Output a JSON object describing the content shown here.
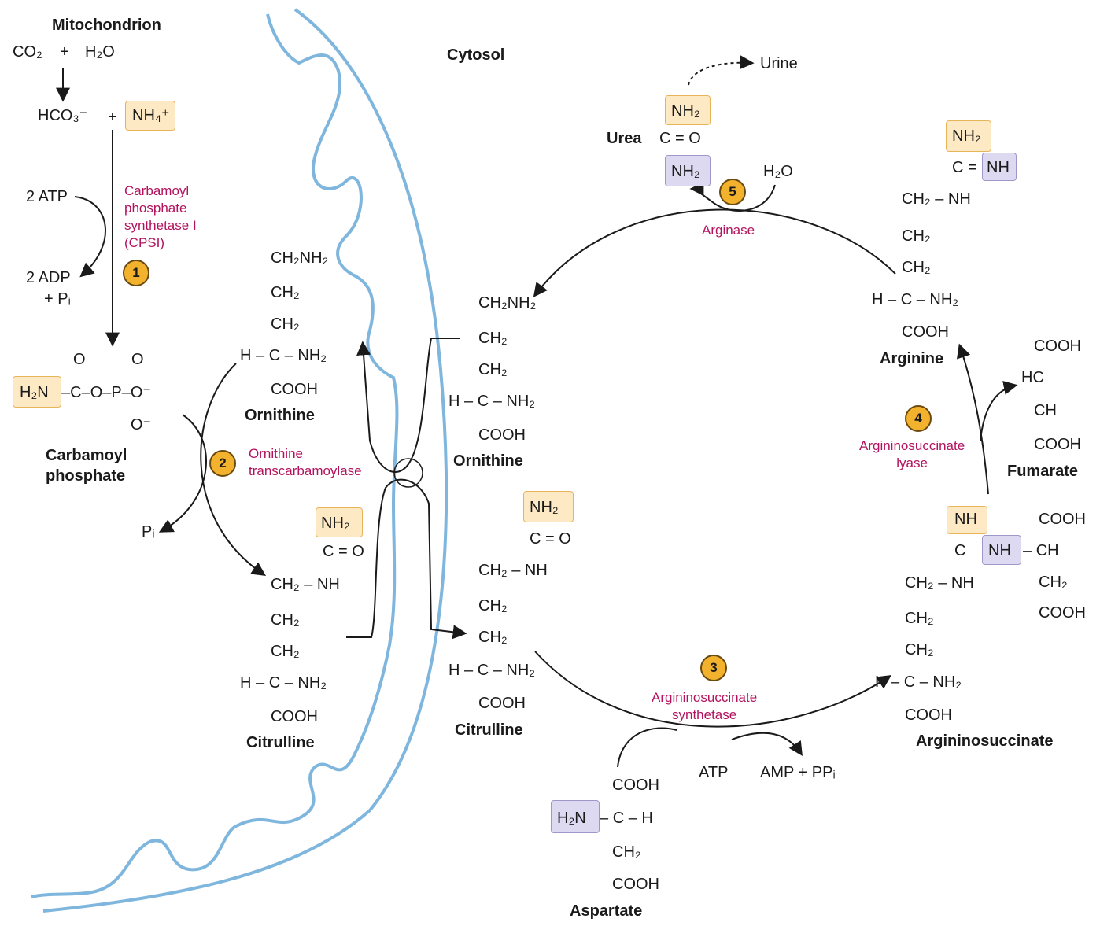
{
  "regions": {
    "mitochondrion": "Mitochondrion",
    "cytosol": "Cytosol"
  },
  "colors": {
    "membrane": "#7fb6dd",
    "enzyme_text": "#b3135e",
    "step_circle": "#f2b22e",
    "nitrogen_box": "#fde9c4",
    "amide_box": "#dcd9f1"
  },
  "reactants": {
    "co2": "CO₂",
    "plus": "+",
    "h2o": "H₂O",
    "hco3": "HCO₃⁻",
    "nh4": "NH₄⁺",
    "atp2": "2 ATP",
    "adp2": "2 ADP",
    "pi_plus": "+ Pᵢ",
    "pi": "Pᵢ",
    "h2o_urea": "H₂O",
    "urine": "Urine",
    "atp": "ATP",
    "amp_ppi": "AMP + PPᵢ"
  },
  "enzymes": {
    "e1": "Carbamoyl phosphate synthetase I (CPSI)",
    "e1_lines": [
      "Carbamoyl",
      "phosphate",
      "synthetase I",
      "(CPSI)"
    ],
    "e2_lines": [
      "Ornithine",
      "transcarbamoylase"
    ],
    "e3_lines": [
      "Argininosuccinate",
      "synthetase"
    ],
    "e4_lines": [
      "Argininosuccinate",
      "lyase"
    ],
    "e5": "Arginase"
  },
  "steps": [
    "1",
    "2",
    "3",
    "4",
    "5"
  ],
  "molecules": {
    "carbamoyl_phosphate": {
      "name_lines": [
        "Carbamoyl",
        "phosphate"
      ],
      "h2n": "H₂N",
      "c": "C",
      "o1": "O",
      "p": "P",
      "o_minus": "O⁻",
      "o": "O"
    },
    "ornithine": {
      "name": "Ornithine",
      "ch2nh2": "CH₂NH₂",
      "ch2": "CH₂",
      "h": "H",
      "c": "C",
      "nh2": "NH₂",
      "cooh": "COOH"
    },
    "citrulline": {
      "name": "Citrulline",
      "nh2": "NH₂",
      "c": "C",
      "o": "O",
      "ch2": "CH₂",
      "nh": "NH",
      "h": "H",
      "cooh": "COOH"
    },
    "urea": {
      "name": "Urea",
      "nh2": "NH₂",
      "c": "C",
      "o": "O"
    },
    "arginine": {
      "name": "Arginine",
      "nh2": "NH₂",
      "c": "C",
      "nh": "NH",
      "ch2": "CH₂",
      "h": "H",
      "cooh": "COOH"
    },
    "fumarate": {
      "name": "Fumarate",
      "cooh": "COOH",
      "hc": "HC",
      "ch": "CH"
    },
    "argininosuccinate": {
      "name": "Argininosuccinate",
      "nh": "NH",
      "c": "C",
      "cooh": "COOH",
      "ch": "CH",
      "ch2": "CH₂",
      "h": "H",
      "nh2": "NH₂"
    },
    "aspartate": {
      "name": "Aspartate",
      "cooh": "COOH",
      "h2n": "H₂N",
      "c": "C",
      "h": "H",
      "ch2": "CH₂"
    }
  }
}
